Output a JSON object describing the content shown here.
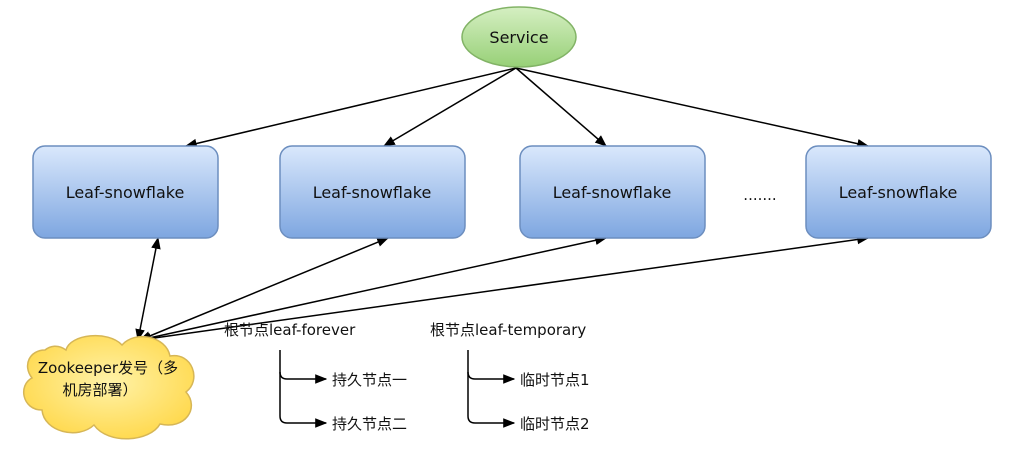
{
  "service": {
    "label": "Service"
  },
  "leaf_nodes": [
    {
      "label": "Leaf-snowflake"
    },
    {
      "label": "Leaf-snowflake"
    },
    {
      "label": "Leaf-snowflake"
    },
    {
      "label": "Leaf-snowflake"
    }
  ],
  "ellipsis": ".......",
  "zookeeper": {
    "line1": "Zookeeper发号（多",
    "line2": "机房部署）"
  },
  "forever": {
    "root": "根节点leaf-forever",
    "children": [
      "持久节点一",
      "持久节点二"
    ]
  },
  "temporary": {
    "root": "根节点leaf-temporary",
    "children": [
      "临时节点1",
      "临时节点2"
    ]
  },
  "colors": {
    "service_fill": "#a9d98e",
    "service_stroke": "#82b366",
    "leaf_fill_top": "#dae8fc",
    "leaf_fill_bottom": "#7ea6e0",
    "leaf_stroke": "#6c8ebf",
    "cloud_fill": "#ffe14d",
    "cloud_stroke": "#d6b656",
    "edge": "#000000"
  }
}
